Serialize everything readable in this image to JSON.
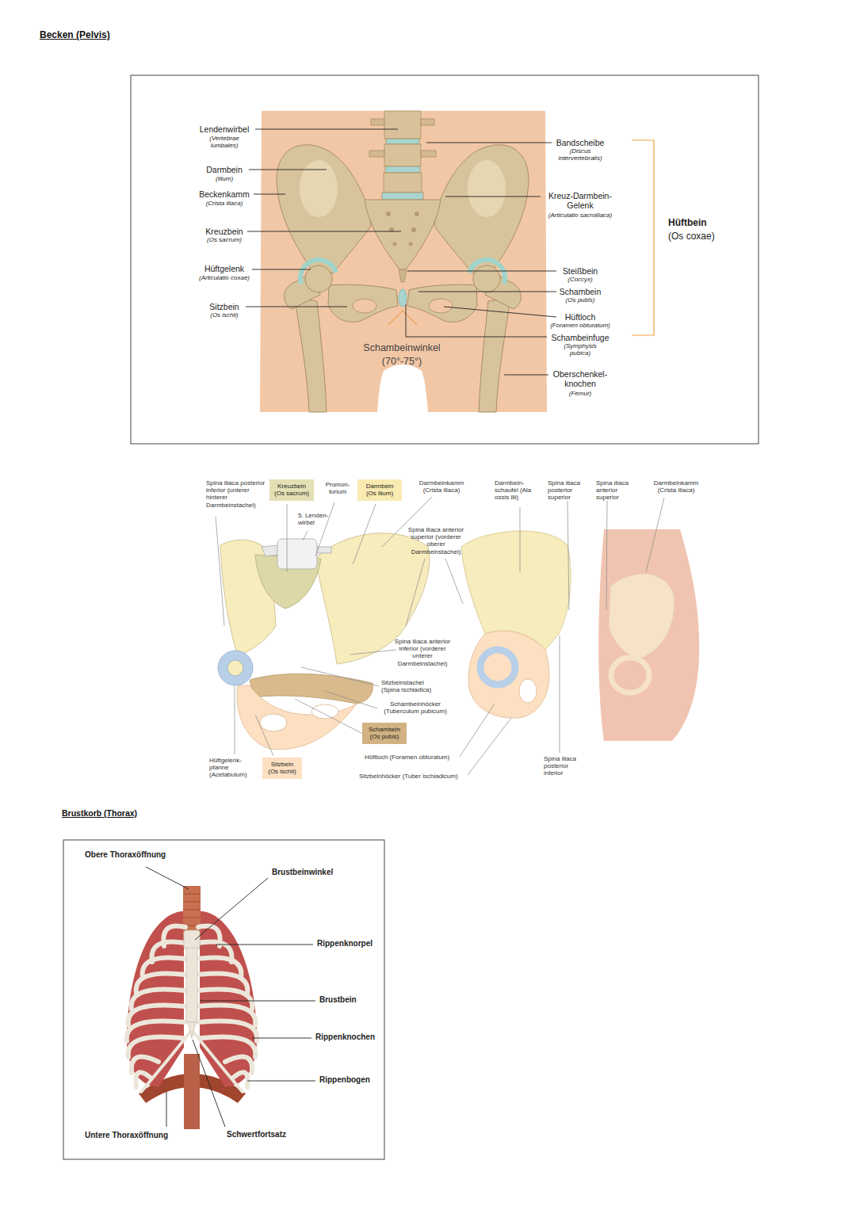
{
  "diagram": {
    "nodes": [
      {
        "text": [
          "Kreuzbein (Os sacrum)"
        ]
      },
      {
        "text": [
          "Darmbein (Os ilium)"
        ]
      },
      {
        "text": [
          "Schambein (Os pubis)"
        ]
      },
      {
        "text": [
          "Sitzbein (Os ischii)"
        ]
      }
    ],
    "labels": [
      "Becken (Pelvis)",
      "Lendenwirbel",
      "(Vertebrae lumbales)",
      "Darmbein",
      "(Ilium)",
      "Beckenkamm",
      "(Crista iliaca)",
      "Kreuzbein",
      "(Os sacrum)",
      "Hüftgelenk",
      "(Articulatio coxae)",
      "Sitzbein",
      "(Os ischii)",
      "Bandscheibe",
      "(Discus intervertebralis)",
      "Kreuz-Darmbein- Gelenk",
      "(Articulatio sacroiliaca)",
      "Steißbein",
      "(Coccyx)",
      "Schambein",
      "(Os pubis)",
      "Hüftloch",
      "(Foramen obturatum)",
      "Schambeinfuge",
      "(Symphysis pubica)",
      "Oberschenkel- knochen",
      "(Femur)",
      "Schambeinwinkel",
      "(70°-75°)",
      "Hüftbein",
      "(Os coxae)",
      "Spina iliaca posterior inferior (unterer hinterer Darmbeinstachel)",
      "Promon- torium",
      "5. Lenden- wirbel",
      "Darmbeinkamm (Crista iliaca)",
      "Spina iliaca anterior superior (vorderer oberer Darmbeinstachel)",
      "Darmbein- schaufel (Ala ossis ilii)",
      "Spina iliaca posterior superior",
      "Spina iliaca anterior superior",
      "Darmbeinkamm (Crista iliaca)",
      "Spina iliaca anterior inferior (vorderer unterer Darmbeinstachel)",
      "Sitzbeinstachel (Spina ischiadica)",
      "Schambeinhöcker (Tuberculum pubicum)",
      "Hüftloch (Foramen obturatum)",
      "Sitzbeinhöcker (Tuber ischiadicum)",
      "Hüftgelenk- pfanne (Acetabulum)",
      "Spina iliaca posterior inferior",
      "Brustkorb (Thorax)",
      "Obere Thoraxöffnung",
      "Brustbeinwinkel",
      "Rippenknorpel",
      "Brustbein",
      "Rippenknochen",
      "Rippenbogen",
      "Untere Thoraxöffnung",
      "Schwertfortsatz"
    ]
  }
}
